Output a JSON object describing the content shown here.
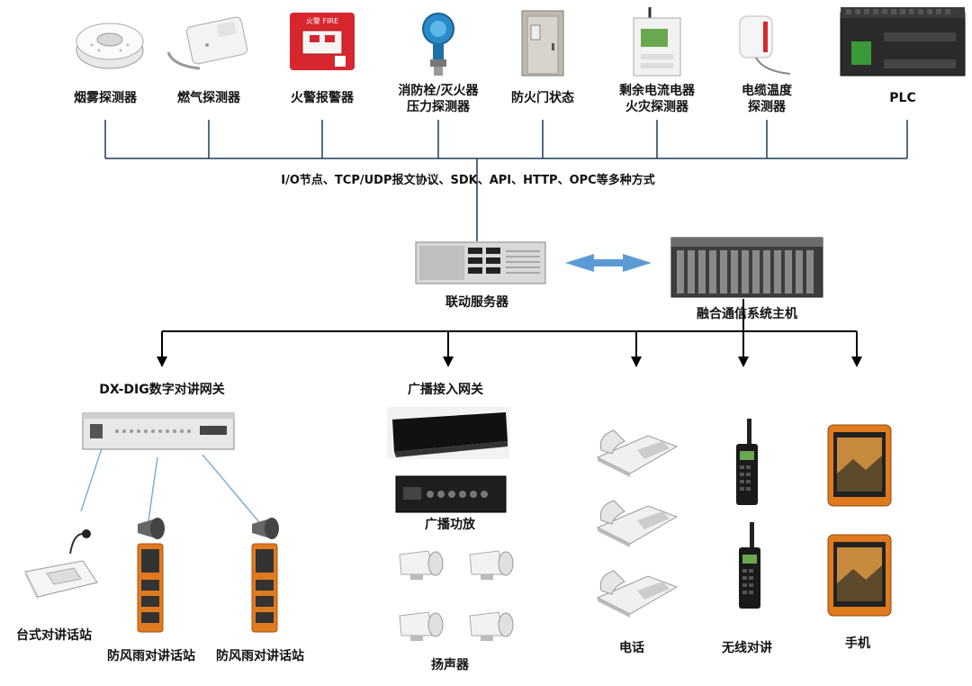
{
  "sensors": [
    {
      "label": "烟雾探测器",
      "icon": "smoke-detector-icon"
    },
    {
      "label": "燃气探测器",
      "icon": "gas-detector-icon"
    },
    {
      "label": "火警报警器",
      "icon": "fire-alarm-icon"
    },
    {
      "label": "消防栓/灭火器\n压力探测器",
      "icon": "pressure-sensor-icon"
    },
    {
      "label": "防火门状态",
      "icon": "fire-door-icon"
    },
    {
      "label": "剩余电流电器\n火灾探测器",
      "icon": "residual-current-detector-icon"
    },
    {
      "label": "电缆温度\n探测器",
      "icon": "cable-temperature-sensor-icon"
    },
    {
      "label": "PLC",
      "icon": "plc-icon"
    }
  ],
  "protocol_text": "I/O节点、TCP/UDP报文协议、SDK、API、HTTP、OPC等多种方式",
  "linkage_server": "联动服务器",
  "fusion_host": "融合通信系统主机",
  "gateway_label": "DX-DIG数字对讲网关",
  "intercom_stations": {
    "desk": "台式对讲话站",
    "weatherproof_1": "防风雨对讲话站",
    "weatherproof_2": "防风雨对讲话站"
  },
  "broadcast": {
    "gateway": "广播接入网关",
    "amplifier": "广播功放",
    "speakers": "扬声器"
  },
  "phone": "电话",
  "radio": "无线对讲",
  "mobile": "手机",
  "colors": {
    "line_dark": "#1f3b57",
    "line_light": "#7fb0d8",
    "arrow_blue": "#5b9bd5",
    "device_red": "#d7262e",
    "device_orange": "#e07a1f"
  }
}
